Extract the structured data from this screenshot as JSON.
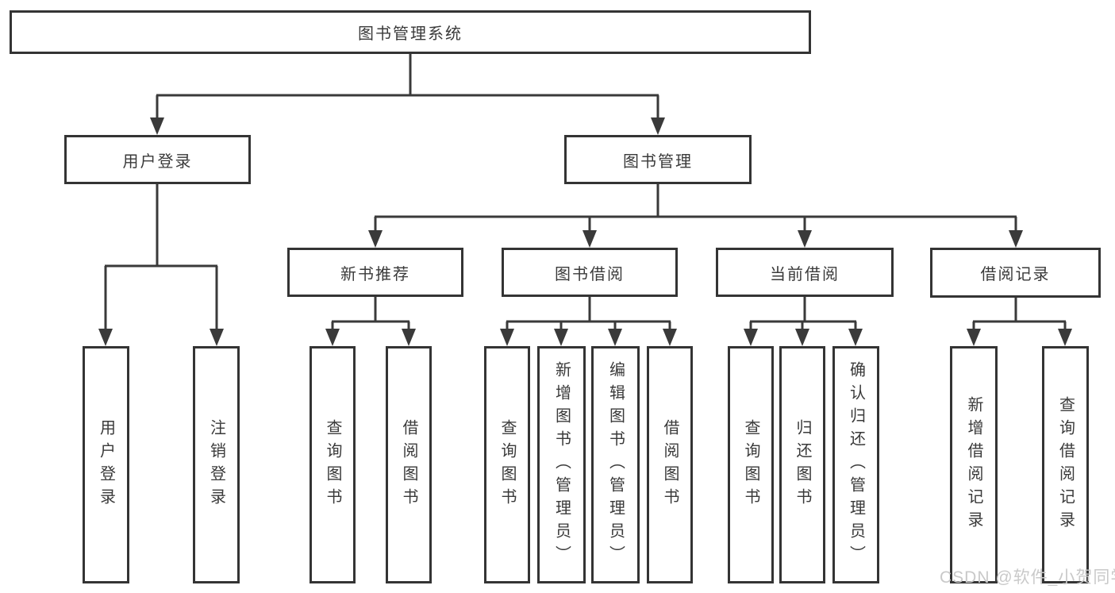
{
  "tree": {
    "root": {
      "label": "图书管理系统"
    },
    "level2": [
      {
        "label": "用户登录",
        "children": [
          {
            "label": "用户登录"
          },
          {
            "label": "注销登录"
          }
        ]
      },
      {
        "label": "图书管理",
        "children": [
          {
            "label": "新书推荐",
            "children": [
              {
                "label": "查询图书"
              },
              {
                "label": "借阅图书"
              }
            ]
          },
          {
            "label": "图书借阅",
            "children": [
              {
                "label": "查询图书"
              },
              {
                "label": "新增图书（管理员）"
              },
              {
                "label": "编辑图书（管理员）"
              },
              {
                "label": "借阅图书"
              }
            ]
          },
          {
            "label": "当前借阅",
            "children": [
              {
                "label": "查询图书"
              },
              {
                "label": "归还图书"
              },
              {
                "label": "确认归还（管理员）"
              }
            ]
          },
          {
            "label": "借阅记录",
            "children": [
              {
                "label": "新增借阅记录"
              },
              {
                "label": "查询借阅记录"
              }
            ]
          }
        ]
      }
    ]
  },
  "watermark": {
    "text": "CSDN @软件_小贺同学"
  },
  "colors": {
    "line": "#3a3a3a",
    "box_border": "#343434",
    "text": "#3a3a3a",
    "background": "#ffffff",
    "watermark": "#c9c9c9"
  }
}
